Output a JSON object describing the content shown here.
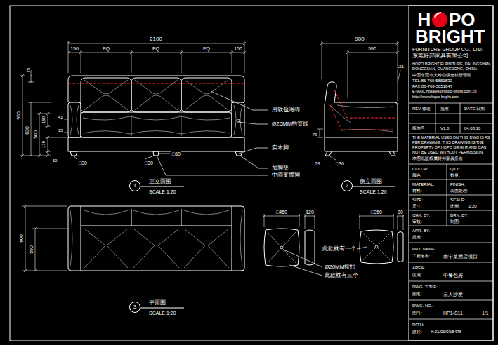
{
  "diagram": {
    "nodes": [
      {
        "text": [
          "1"
        ]
      },
      {
        "text": [
          "2"
        ]
      },
      {
        "text": [
          "3"
        ]
      }
    ],
    "labels": [
      "2100",
      "150",
      "EQ",
      "EQ",
      "EQ",
      "150",
      "75",
      "950",
      "630",
      "500",
      "150",
      "41",
      "15",
      "170",
      "50",
      "□30",
      "□30",
      "□60",
      "用软包海绵",
      "Ø25MM的管线",
      "实木脚",
      "加脚垫",
      "中间支撑脚",
      "正立面图",
      "SCALE 1:20",
      "900",
      "590",
      "121",
      "79",
      "69",
      "□30",
      "侧立面图",
      "SCALE 1:20",
      "900",
      "590",
      "平面图",
      "SCALE 1:20",
      "□450",
      "120",
      "□350",
      "80",
      "此款枕有一个",
      "Ø20MM按扣",
      "此款枕有三个",
      "H",
      "PO",
      "BRIGHT",
      "FURNITURE GROUP CO., LTD.",
      "东莞好邦家具有限公司",
      "HOPO BRIGHT FURNITURE, DALINGSHAN,",
      "DONGGUAN, GUANGDONG, CHINA",
      "中国东莞市大岭山镇金桔管理区",
      "TEL:86-769-5851830",
      "FAX:86-769-5851847",
      "E-MAIL:hbsales@hopo-bright.com.cn",
      "http://www.hopo-bright.com",
      "REV 修改",
      "批准",
      "DATE 日期",
      "版本号",
      "V1.0",
      "04.08.10",
      "THE MATERIAL USED ON THIS DWG IS AS",
      "PER DRAWING. THIS DRAWING IS THE",
      "PROPERTY OF HOPO BRIGHT AND CAN",
      "NOT BE USED WITHOUT PERMISSION.",
      "本图纸版权属好邦家具所有",
      "COLOR:",
      "QTY:",
      "颜色:",
      "数量:",
      "MATERIAL:",
      "FINISH:",
      "材料:",
      "表面处理:",
      "SIZE:",
      "SCALE:",
      "尺寸:",
      "比例:",
      "1:20",
      "CHK. BY:",
      "DRN. BY:",
      "审核:",
      "制图:",
      "APR. BY:",
      "批准:",
      "PRJ. NAME:",
      "工程名称:",
      "南宁某酒店项目",
      "AREA:",
      "区域:",
      "中餐包房",
      "DWG. TITLE:",
      "图名:",
      "三人沙发",
      "DWG. NO.:",
      "图号:",
      "HP1-S11",
      "1/1",
      "PATH:",
      "路径:",
      "X:01/01/03/5478"
    ]
  }
}
